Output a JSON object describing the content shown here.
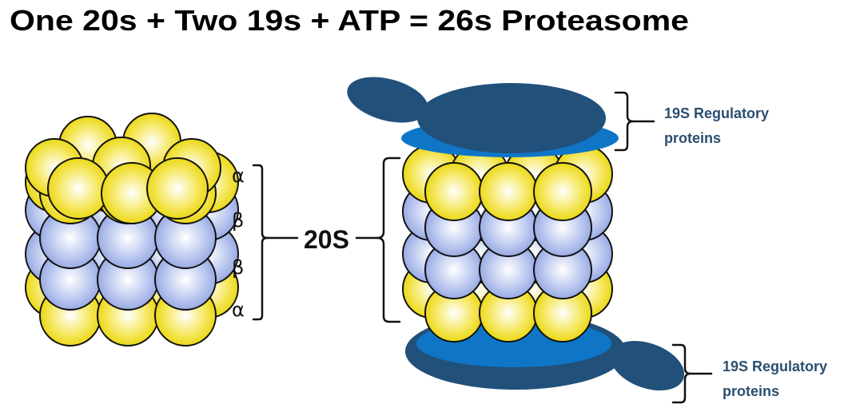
{
  "title": "One 20s + Two 19s + ATP = 26s Proteasome",
  "core_label": "20S",
  "ring_labels": [
    "α",
    "β",
    "β",
    "α"
  ],
  "regulatory_top": {
    "line1": "19S Regulatory",
    "line2": "proteins"
  },
  "regulatory_bottom": {
    "line1": "19S Regulatory",
    "line2": "proteins"
  },
  "colors": {
    "alpha_subunit": "#f2e21c",
    "beta_subunit": "#a9b8ea",
    "cap_dark": "#21507a",
    "cap_ring": "#0f76c7",
    "label_text": "#2a4f70"
  }
}
